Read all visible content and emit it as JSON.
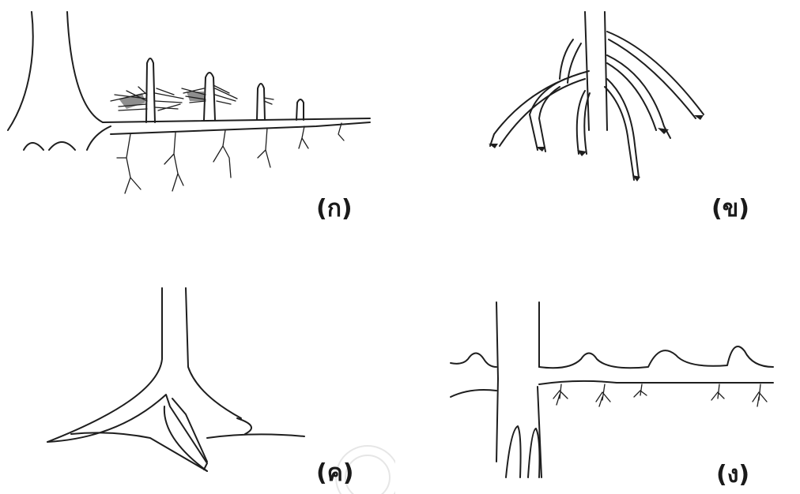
{
  "panels": [
    {
      "label": "(ก)"
    },
    {
      "label": "(ข)"
    },
    {
      "label": "(ค)"
    },
    {
      "label": "(ง)"
    }
  ]
}
